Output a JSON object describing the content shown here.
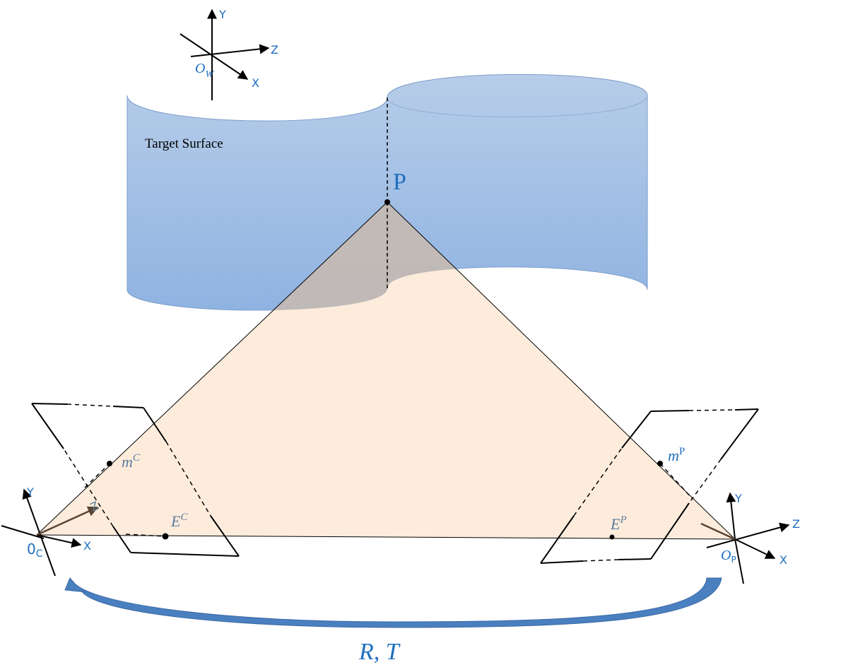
{
  "colors": {
    "surface_top": "#b7cde9",
    "surface_bottom": "#8fb3e1",
    "triangle_fill": "#fde9d6",
    "overlap_fill": "#c4c4c8",
    "label_blue": "#1f6fbf",
    "label_gray_blue": "#5c7c9c",
    "arrow_blue": "#4a7fc0",
    "axis_black": "#000000",
    "z_arrow_brown": "#5a4632"
  },
  "world_frame": {
    "axis_y": "Y",
    "axis_z": "Z",
    "axis_x": "X",
    "origin_base": "O",
    "origin_sub": "W"
  },
  "surface": {
    "label": "Target Surface"
  },
  "point": {
    "label": "P"
  },
  "camera": {
    "origin_base": "0",
    "origin_sub": "C",
    "axis_y": "Y",
    "axis_z": "Z",
    "axis_x": "X",
    "image_point_base": "m",
    "image_point_sup": "C",
    "epipole_base": "E",
    "epipole_sup": "C"
  },
  "projector": {
    "origin_base": "O",
    "origin_sub": "P",
    "axis_y": "Y",
    "axis_z": "Z",
    "axis_x": "X",
    "image_point_base": "m",
    "image_point_sup": "P",
    "epipole_base": "E",
    "epipole_sup": "P"
  },
  "transform": {
    "label": "R, T"
  }
}
